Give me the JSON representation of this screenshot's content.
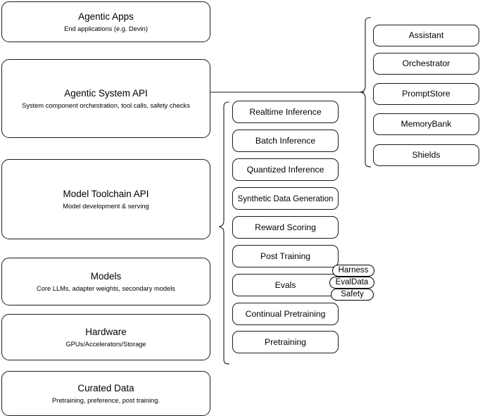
{
  "diagram": {
    "title": "Agentic stack layered architecture",
    "stroke_color": "#1b1b1b",
    "background_color": "#ffffff",
    "layers": [
      {
        "name": "agentic-apps",
        "title": "Agentic Apps",
        "subtitle": "End applications (e.g. Devin)"
      },
      {
        "name": "agentic-system-api",
        "title": "Agentic System API",
        "subtitle": "System component orchestration, tool calls, safety checks"
      },
      {
        "name": "model-toolchain-api",
        "title": "Model Toolchain API",
        "subtitle": "Model development & serving"
      },
      {
        "name": "models",
        "title": "Models",
        "subtitle": "Core LLMs, adapter weights, secondary models"
      },
      {
        "name": "hardware",
        "title": "Hardware",
        "subtitle": "GPUs/Accelerators/Storage"
      },
      {
        "name": "curated-data",
        "title": "Curated Data",
        "subtitle": "Pretraining, preference, post training."
      }
    ],
    "toolchain_capabilities": [
      {
        "name": "realtime-inference",
        "title": "Realtime Inference"
      },
      {
        "name": "batch-inference",
        "title": "Batch Inference"
      },
      {
        "name": "quantized-inference",
        "title": "Quantized Inference"
      },
      {
        "name": "synthetic-data-generation",
        "title": "Synthetic Data Generation"
      },
      {
        "name": "reward-scoring",
        "title": "Reward Scoring"
      },
      {
        "name": "post-training",
        "title": "Post Training"
      },
      {
        "name": "evals",
        "title": "Evals"
      },
      {
        "name": "continual-pretraining",
        "title": "Continual Pretraining"
      },
      {
        "name": "pretraining",
        "title": "Pretraining"
      }
    ],
    "eval_badges": [
      {
        "name": "harness",
        "title": "Harness"
      },
      {
        "name": "evaldata",
        "title": "EvalData"
      },
      {
        "name": "safety",
        "title": "Safety"
      }
    ],
    "system_components": [
      {
        "name": "assistant",
        "title": "Assistant"
      },
      {
        "name": "orchestrator",
        "title": "Orchestrator"
      },
      {
        "name": "promptstore",
        "title": "PromptStore"
      },
      {
        "name": "memorybank",
        "title": "MemoryBank"
      },
      {
        "name": "shields",
        "title": "Shields"
      }
    ]
  }
}
